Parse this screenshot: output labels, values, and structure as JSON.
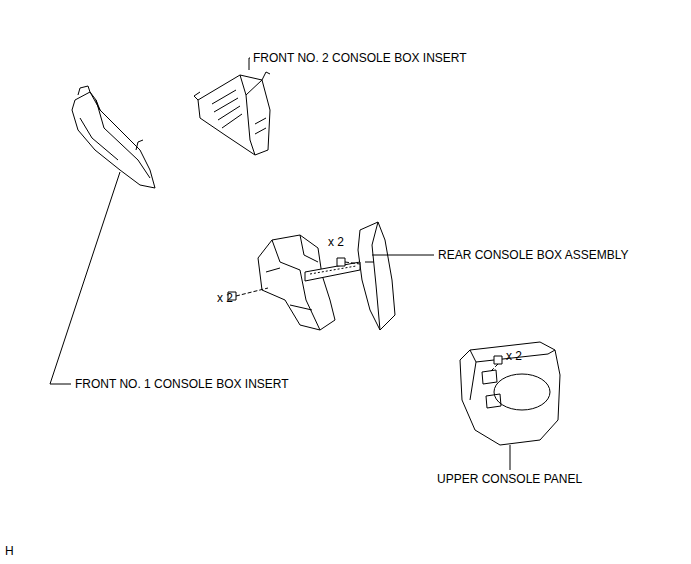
{
  "diagram": {
    "labels": [
      "FRONT NO. 2 CONSOLE BOX INSERT",
      "x 2",
      "REAR CONSOLE BOX ASSEMBLY",
      "x 2",
      "x 2",
      "FRONT NO. 1 CONSOLE BOX INSERT",
      "UPPER CONSOLE PANEL",
      "H"
    ]
  }
}
